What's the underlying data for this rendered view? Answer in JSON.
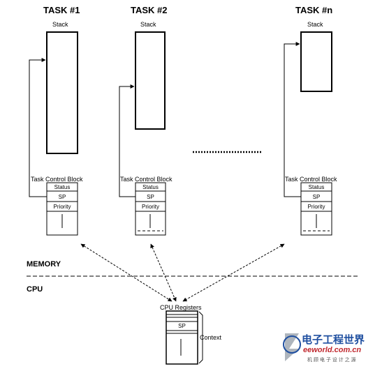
{
  "tasks": [
    {
      "title": "TASK #1",
      "stack_label": "Stack",
      "tcb_label": "Task Control Block",
      "fields": [
        "Status",
        "SP",
        "Priority"
      ]
    },
    {
      "title": "TASK #2",
      "stack_label": "Stack",
      "tcb_label": "Task Control Block",
      "fields": [
        "Status",
        "SP",
        "Priority"
      ]
    },
    {
      "title": "TASK #n",
      "stack_label": "Stack",
      "tcb_label": "Task Control Block",
      "fields": [
        "Status",
        "SP",
        "Priority"
      ]
    }
  ],
  "sections": {
    "memory": "MEMORY",
    "cpu": "CPU"
  },
  "cpu": {
    "title": "CPU Registers",
    "sp": "SP",
    "context": "Context"
  },
  "watermark": {
    "brand_cn": "电子工程世界",
    "brand": "eeworld.com.cn",
    "tagline": "机 顾 电 子 设 计 之 源"
  },
  "colors": {
    "line": "#000000",
    "watermark_blue": "#1f4fa0",
    "watermark_red": "#c0272d"
  }
}
